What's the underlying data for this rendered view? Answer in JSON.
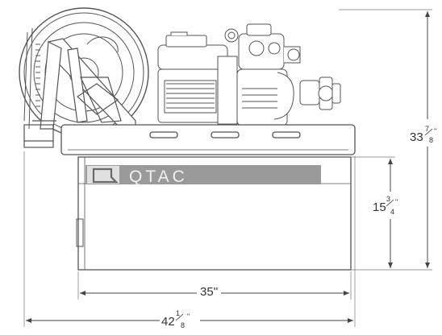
{
  "brand": {
    "logo_text": "QTAC"
  },
  "dimensions": {
    "overall_height": {
      "whole": "33",
      "num": "7",
      "den": "8",
      "unit": "\""
    },
    "tank_height": {
      "whole": "15",
      "num": "3",
      "den": "4",
      "unit": "\""
    },
    "tank_width": {
      "label": "35''"
    },
    "overall_width": {
      "whole": "42",
      "num": "1",
      "den": "8",
      "unit": "\""
    }
  },
  "colors": {
    "line": "#555555",
    "light": "#8a8a8a",
    "logo_bg": "#8f8f8f"
  }
}
